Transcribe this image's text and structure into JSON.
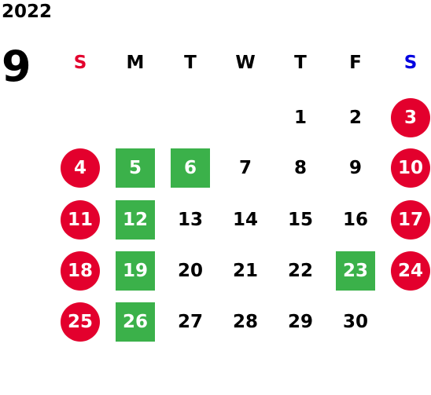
{
  "calendar": {
    "year": "2022",
    "month": "9",
    "weekdays": [
      "S",
      "M",
      "T",
      "W",
      "T",
      "F",
      "S"
    ],
    "weekday_colors": [
      "#E3002D",
      "#000000",
      "#000000",
      "#000000",
      "#000000",
      "#000000",
      "#0000E0"
    ],
    "weeks": [
      [
        {
          "day": "",
          "style": "none"
        },
        {
          "day": "",
          "style": "none"
        },
        {
          "day": "",
          "style": "none"
        },
        {
          "day": "",
          "style": "none"
        },
        {
          "day": "1",
          "style": "plain"
        },
        {
          "day": "2",
          "style": "plain"
        },
        {
          "day": "3",
          "style": "holiday"
        }
      ],
      [
        {
          "day": "4",
          "style": "holiday"
        },
        {
          "day": "5",
          "style": "green"
        },
        {
          "day": "6",
          "style": "green"
        },
        {
          "day": "7",
          "style": "plain"
        },
        {
          "day": "8",
          "style": "plain"
        },
        {
          "day": "9",
          "style": "plain"
        },
        {
          "day": "10",
          "style": "holiday"
        }
      ],
      [
        {
          "day": "11",
          "style": "holiday"
        },
        {
          "day": "12",
          "style": "green"
        },
        {
          "day": "13",
          "style": "plain"
        },
        {
          "day": "14",
          "style": "plain"
        },
        {
          "day": "15",
          "style": "plain"
        },
        {
          "day": "16",
          "style": "plain"
        },
        {
          "day": "17",
          "style": "holiday"
        }
      ],
      [
        {
          "day": "18",
          "style": "holiday"
        },
        {
          "day": "19",
          "style": "green"
        },
        {
          "day": "20",
          "style": "plain"
        },
        {
          "day": "21",
          "style": "plain"
        },
        {
          "day": "22",
          "style": "plain"
        },
        {
          "day": "23",
          "style": "green"
        },
        {
          "day": "24",
          "style": "holiday"
        }
      ],
      [
        {
          "day": "25",
          "style": "holiday"
        },
        {
          "day": "26",
          "style": "green"
        },
        {
          "day": "27",
          "style": "plain"
        },
        {
          "day": "28",
          "style": "plain"
        },
        {
          "day": "29",
          "style": "plain"
        },
        {
          "day": "30",
          "style": "plain"
        },
        {
          "day": "",
          "style": "none"
        }
      ]
    ],
    "colors": {
      "holiday": "#E3002D",
      "green": "#3BB14A",
      "text": "#000000"
    }
  }
}
